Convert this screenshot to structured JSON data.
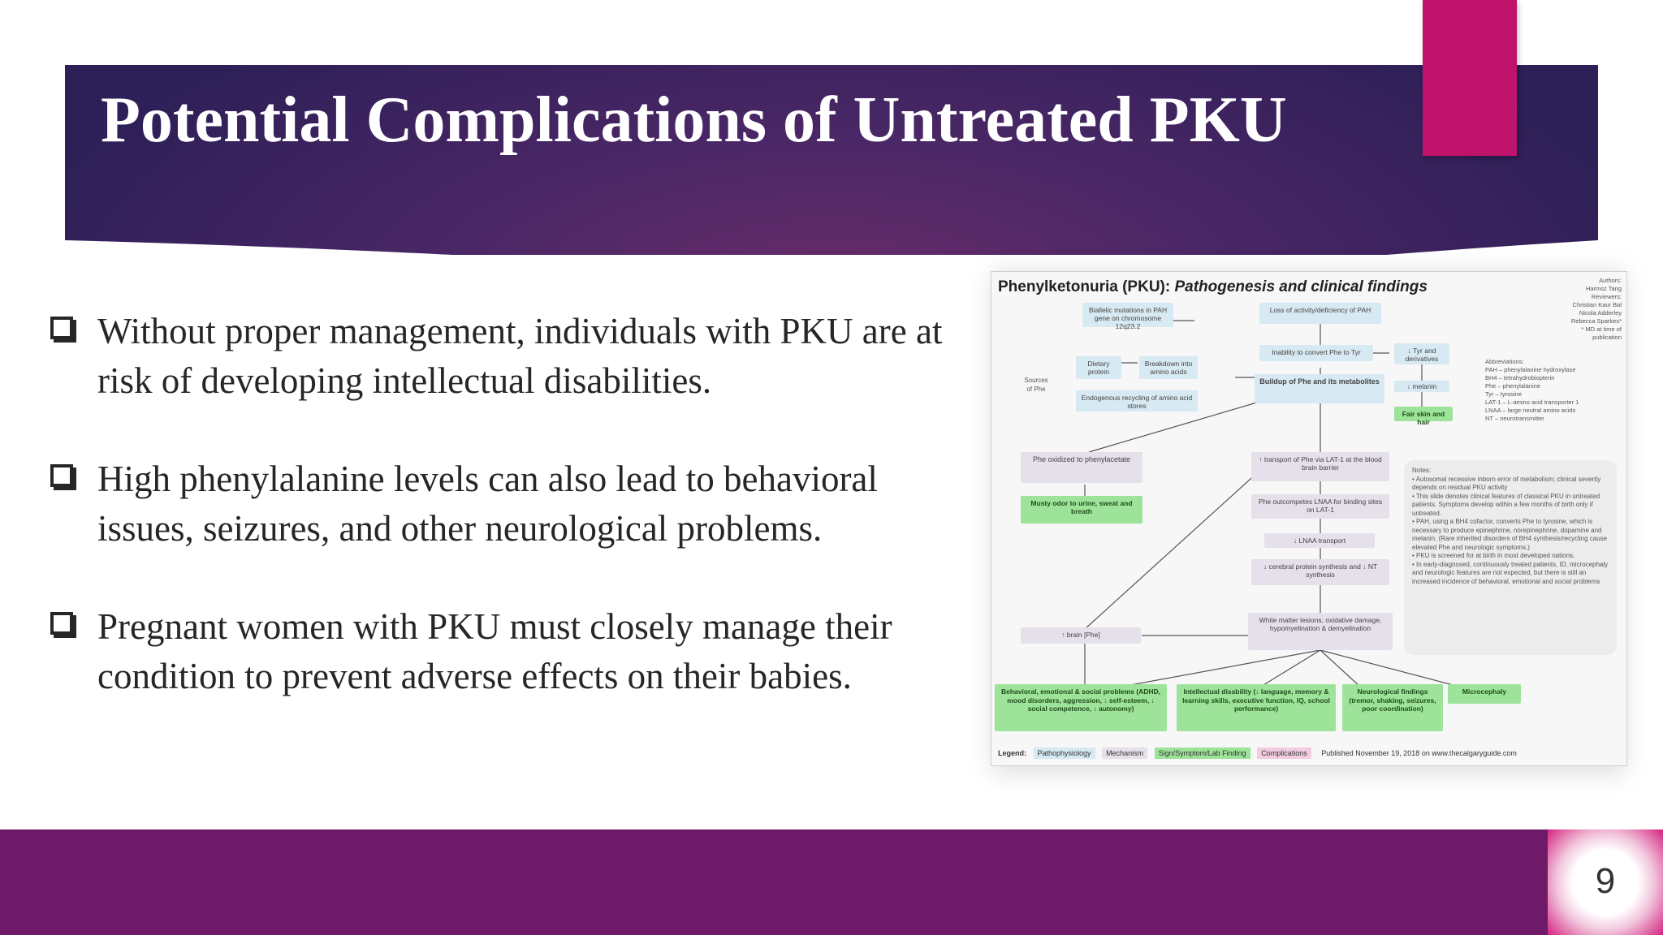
{
  "slide": {
    "title": "Potential Complications of Untreated PKU",
    "page_number": "9",
    "colors": {
      "banner_dark": "#2d1f57",
      "banner_mid": "#6a2d69",
      "accent_tab": "#c0136b",
      "footer": "#6f1a69",
      "text": "#262626"
    }
  },
  "bullets": [
    {
      "icon": "checkbox-icon",
      "text": "Without proper management, individuals with PKU are at risk of developing intellectual disabilities."
    },
    {
      "icon": "checkbox-icon",
      "text": "High phenylalanine levels can also lead to behavioral issues, seizures, and other neurological problems."
    },
    {
      "icon": "checkbox-icon",
      "text": "Pregnant women with PKU must closely manage their condition to prevent adverse effects on their babies."
    }
  ],
  "infographic": {
    "title_main": "Phenylketonuria (PKU): ",
    "title_sub": "Pathogenesis and clinical findings",
    "authors_block": "Authors:\nHarmsz Tang\nReviewers:\nChristian Kaur Bal\nNicola Adderley\nRebecca Sparkes*\n* MD at time of publication",
    "nodes": {
      "mutations": "Biallelic mutations in PAH gene on chromosome 12q23.2",
      "loss_activity": "Loss of activity/deficiency of PAH",
      "inability": "Inability to convert Phe to Tyr",
      "tyr_deriv": "↓ Tyr and derivatives",
      "melanin": "↓ melanin",
      "fair_skin": "Fair skin and hair",
      "sources": "Sources of Phe",
      "dietary": "Dietary protein",
      "breakdown": "Breakdown into amino acids",
      "endogenous": "Endogenous recycling of amino acid stores",
      "buildup": "Buildup of Phe and its metabolites",
      "oxidized": "Phe oxidized to phenylacetate",
      "musty": "Musty odor to urine, sweat and breath",
      "transport": "↑ transport of Phe via LAT-1 at the blood brain barrier",
      "outcompetes": "Phe outcompetes LNAA for binding sites on LAT-1",
      "lnaa": "↓ LNAA transport",
      "protein_synth": "↓ cerebral protein synthesis and ↓ NT synthesis",
      "white_matter": "White matter lesions, oxidative damage, hypomyelination & demyelination",
      "brain_phe": "↑ brain [Phe]",
      "behavioral": "Behavioral, emotional & social problems (ADHD, mood disorders, aggression, ↓ self-esteem, ↓ social competence, ↓ autonomy)",
      "intellectual": "Intellectual disability (↓ language, memory & learning skills, executive function, IQ, school performance)",
      "neurological": "Neurological findings (tremor, shaking, seizures, poor coordination)",
      "microcephaly": "Microcephaly"
    },
    "abbreviations": "Abbreviations:\nPAH – phenylalanine hydroxylase\nBH4 – tetrahydrobiopterin\nPhe – phenylalanine\nTyr – tyrosine\nLAT-1 – L-amino acid transporter 1\nLNAA – large neutral amino acids\nNT – neurotransmitter",
    "notes": "Notes:\n• Autosomal recessive inborn error of metabolism; clinical severity depends on residual PKU activity\n• This slide denotes clinical features of classical PKU in untreated patients. Symptoms develop within a few months of birth only if untreated.\n• PAH, using a BH4 cofactor, converts Phe to tyrosine, which is necessary to produce epinephrine, norepinephrine, dopamine and melanin. (Rare inherited disorders of BH4 synthesis/recycling cause elevated Phe and neurologic symptoms.)\n• PKU is screened for at birth in most developed nations.\n• In early-diagnosed, continuously treated patients, ID, microcephaly and neurologic features are not expected, but there is still an increased incidence of behavioral, emotional and social problems",
    "legend": {
      "label": "Legend:",
      "items": [
        "Pathophysiology",
        "Mechanism",
        "Sign/Symptom/Lab Finding",
        "Complications"
      ],
      "published": "Published November 19, 2018 on www.thecalgaryguide.com"
    }
  }
}
